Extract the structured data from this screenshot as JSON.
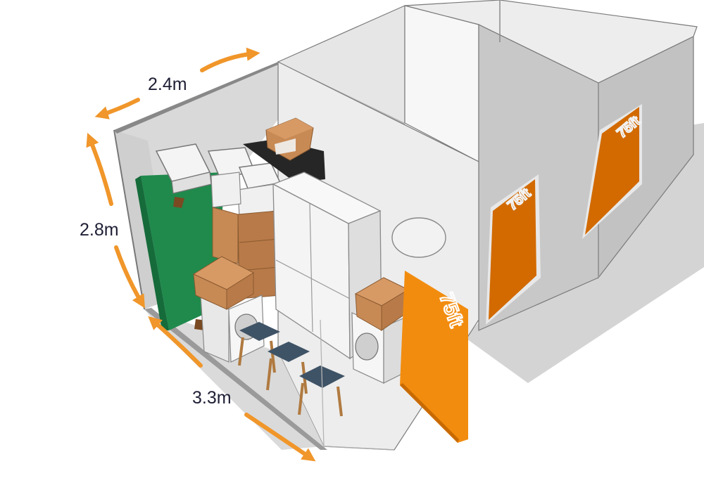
{
  "dimensions": {
    "width": "2.4m",
    "height": "2.8m",
    "depth": "3.3m"
  },
  "unit_door": {
    "size_label": "75ft"
  },
  "colors": {
    "accent": "#f0962a",
    "door": "#f28c0f",
    "door_dark": "#d26a00",
    "tarp": "#1f8a4c",
    "box": "#c88a55",
    "chair_seat": "#3f5366",
    "wall": "#bdbdbd",
    "text": "#1f1f36"
  },
  "icons": [
    "curved-arrow-icon"
  ]
}
